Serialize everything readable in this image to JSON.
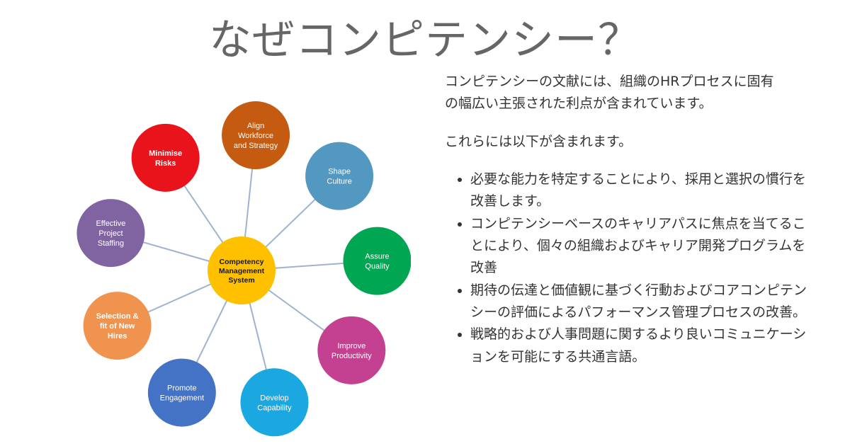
{
  "title": "なぜコンピテンシー？",
  "intro": "コンピテンシーの文献には、組織のHRプロセスに固有の幅広い主張された利点が含まれています。",
  "lead": "これらには以下が含まれます。",
  "bullets": [
    "必要な能力を特定することにより、採用と選択の慣行を改善します。",
    "コンピテンシーベースのキャリアパスに焦点を当てることにより、個々の組織およびキャリア開発プログラムを改善",
    "期待の伝達と価値観に基づく行動およびコアコンピテンシーの評価によるパフォーマンス管理プロセスの改善。",
    "戦略的および人事問題に関するより良いコミュニケーションを可能にする共通言語。"
  ],
  "diagram": {
    "center": {
      "lines": [
        "Competency",
        "Management",
        "System"
      ],
      "color": "#FFC000"
    },
    "spoke_color": "#9DB3CF",
    "nodes": [
      {
        "lines": [
          "Align",
          "Workforce",
          "and Strategy"
        ],
        "color": "#C55A11",
        "bold": false
      },
      {
        "lines": [
          "Shape",
          "Culture"
        ],
        "color": "#5398C0",
        "bold": false
      },
      {
        "lines": [
          "Assure",
          "Quality"
        ],
        "color": "#00A651",
        "bold": false
      },
      {
        "lines": [
          "Improve",
          "Productivity"
        ],
        "color": "#C44192",
        "bold": false
      },
      {
        "lines": [
          "Develop",
          "Capability"
        ],
        "color": "#1BA8E0",
        "bold": false
      },
      {
        "lines": [
          "Promote",
          "Engagement"
        ],
        "color": "#4472C4",
        "bold": false
      },
      {
        "lines": [
          "Selection &",
          "fit of New",
          "Hires"
        ],
        "color": "#F0934E",
        "bold": true
      },
      {
        "lines": [
          "Effective",
          "Project",
          "Staffing"
        ],
        "color": "#8064A2",
        "bold": false
      },
      {
        "lines": [
          "Minimise",
          "Risks"
        ],
        "color": "#E8131B",
        "bold": true
      }
    ]
  }
}
